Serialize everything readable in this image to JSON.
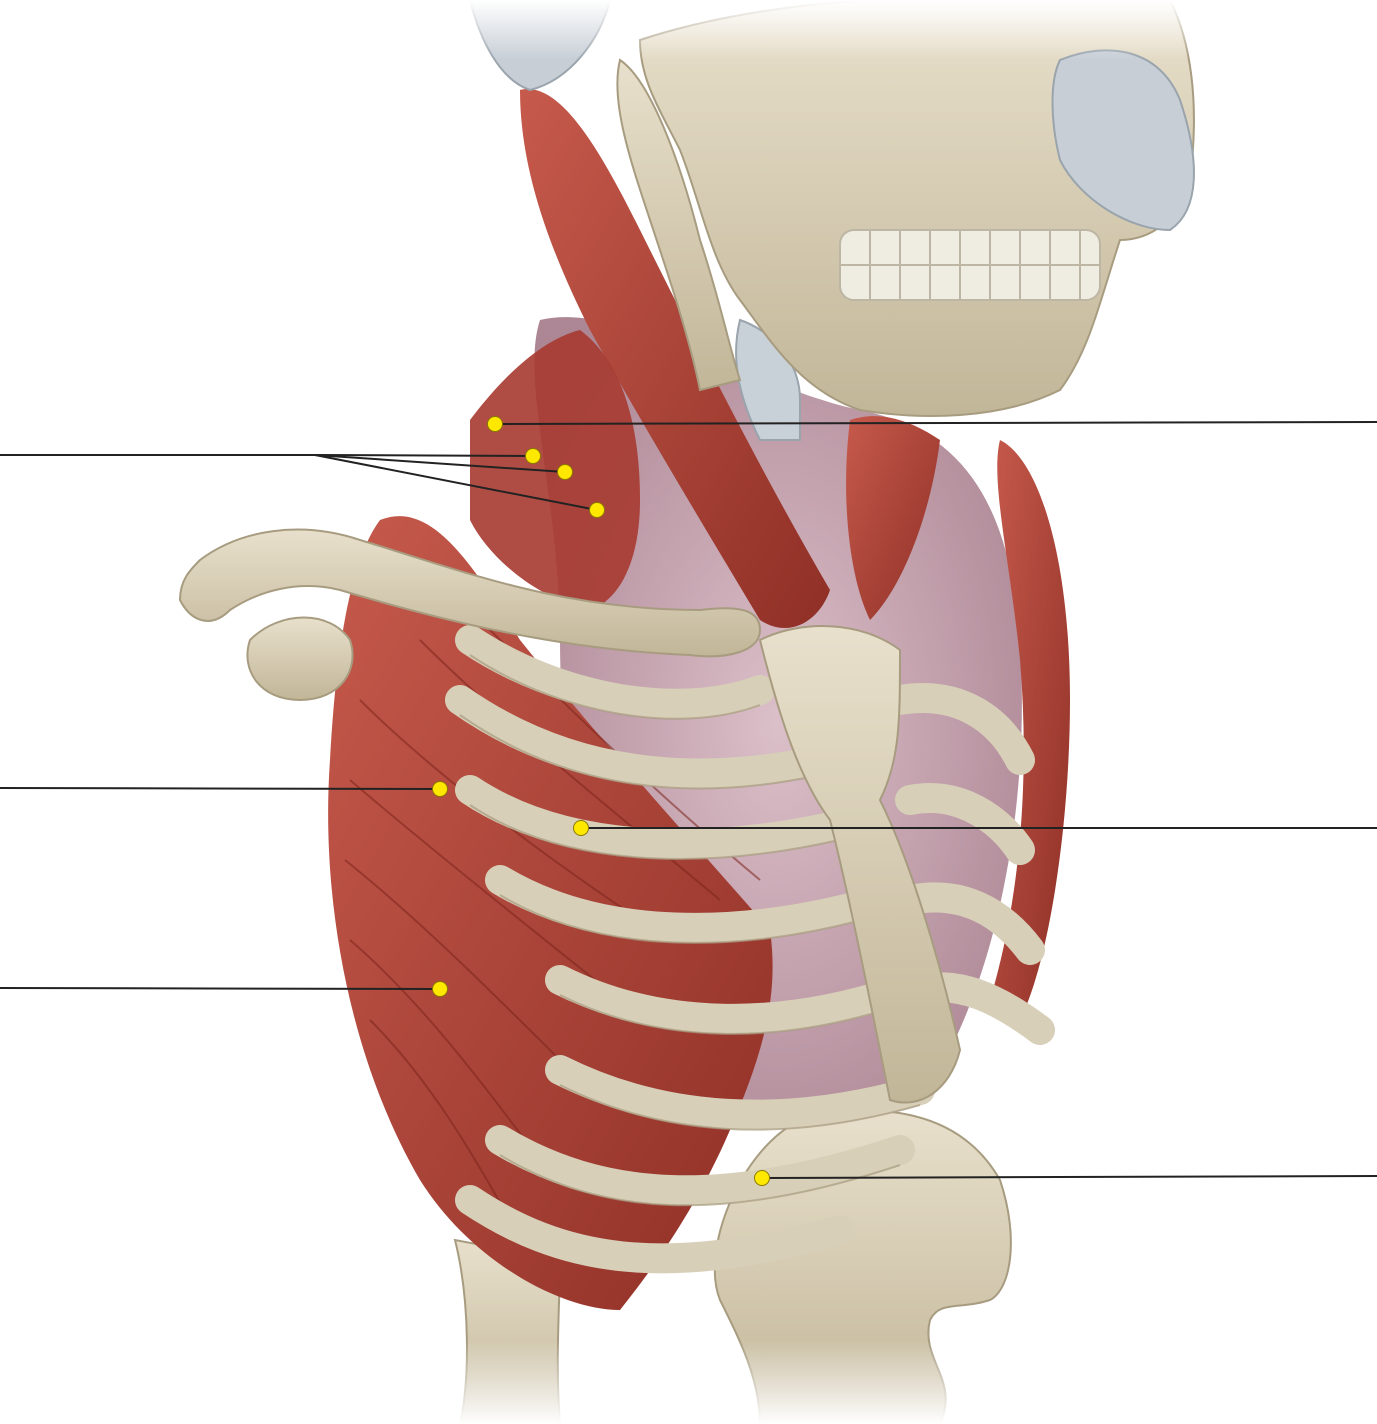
{
  "figure": {
    "colors": {
      "background": "#ffffff",
      "bone": "#ddd3bd",
      "bone_shade": "#b9ae95",
      "muscle": "#b5473c",
      "muscle_dark": "#8a2a22",
      "lung": "#c9a7b4",
      "cartilage": "#c7ced6",
      "leader_line": "#222222",
      "pin_fill": "#ffe800",
      "pin_stroke": "#8a7a00"
    },
    "labels": [
      {
        "id": "label-right-neck-upper",
        "text": ""
      },
      {
        "id": "label-left-neck-group",
        "text": ""
      },
      {
        "id": "label-left-serratus-upper",
        "text": ""
      },
      {
        "id": "label-right-chest-middle",
        "text": ""
      },
      {
        "id": "label-left-serratus-lower",
        "text": ""
      },
      {
        "id": "label-right-abdominal-lower",
        "text": ""
      }
    ]
  }
}
